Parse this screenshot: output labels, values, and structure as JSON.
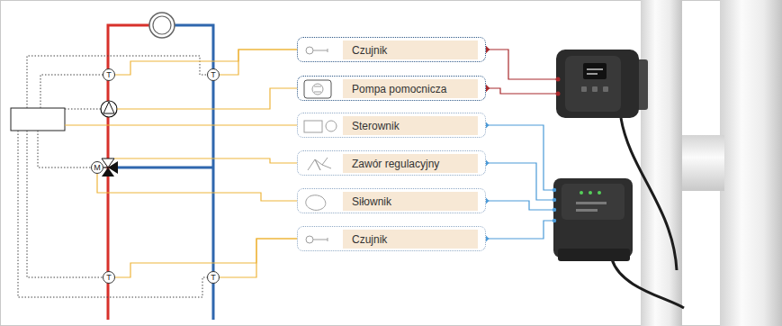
{
  "diagram": {
    "nodes": [
      {
        "text": [
          "T"
        ]
      },
      {
        "text": [
          "T"
        ]
      },
      {
        "text": [
          "M"
        ]
      },
      {
        "text": [
          "T"
        ]
      },
      {
        "text": [
          "T"
        ]
      },
      {
        "text": [
          "Czujnik"
        ]
      },
      {
        "text": [
          "Pompa pomocnicza"
        ]
      },
      {
        "text": [
          "Sterownik"
        ]
      },
      {
        "text": [
          "Zawór regulacyjny"
        ]
      },
      {
        "text": [
          "Siłownik"
        ]
      },
      {
        "text": [
          "Czujnik"
        ]
      }
    ],
    "edges": [
      {
        "from": 0,
        "to": 5,
        "arrow": "none"
      },
      {
        "from": 1,
        "to": 5,
        "arrow": "none"
      },
      {
        "from": 2,
        "to": 9,
        "arrow": "none"
      },
      {
        "from": 3,
        "to": 10,
        "arrow": "none"
      },
      {
        "from": 4,
        "to": 10,
        "arrow": "none"
      }
    ]
  }
}
